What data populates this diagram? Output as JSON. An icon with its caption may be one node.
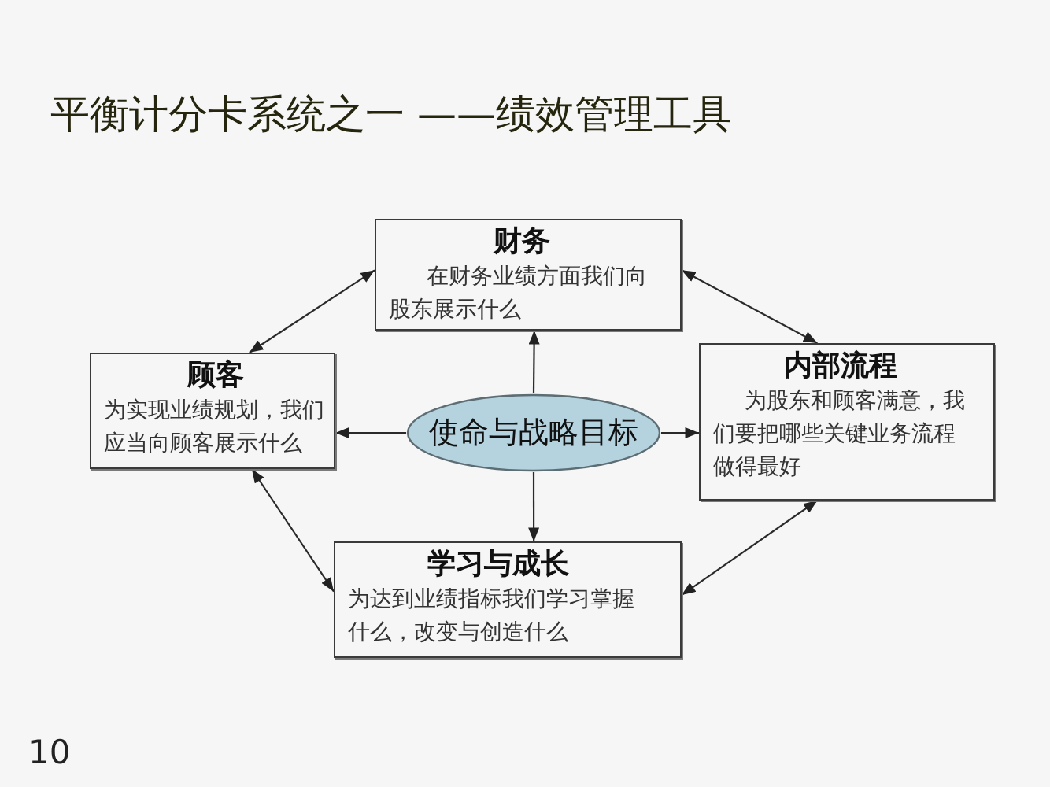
{
  "diagram": {
    "title": "平衡计分卡系统之一 ——绩效管理工具",
    "nodes": [
      {
        "text": [
          "财务",
          "在财务业绩方面我们向股东展示什么"
        ]
      },
      {
        "text": [
          "顾客",
          "为实现业绩规划，我们应当向顾客展示什么"
        ]
      },
      {
        "text": [
          "使命与战略目标"
        ]
      },
      {
        "text": [
          "内部流程",
          "为股东和顾客满意，我们要把哪些关键业务流程做得最好"
        ]
      },
      {
        "text": [
          "学习与成长",
          "为达到业绩指标我们学习掌握什么，改变与创造什么"
        ]
      }
    ],
    "edges": [
      {
        "from": 2,
        "to": 0,
        "arrow": "to"
      },
      {
        "from": 2,
        "to": 1,
        "arrow": "to"
      },
      {
        "from": 2,
        "to": 3,
        "arrow": "to"
      },
      {
        "from": 2,
        "to": 4,
        "arrow": "to"
      },
      {
        "from": 0,
        "to": 1,
        "arrow": "both"
      },
      {
        "from": 0,
        "to": 3,
        "arrow": "both"
      },
      {
        "from": 1,
        "to": 4,
        "arrow": "both"
      },
      {
        "from": 3,
        "to": 4,
        "arrow": "both"
      }
    ],
    "labels": [
      "10"
    ]
  }
}
